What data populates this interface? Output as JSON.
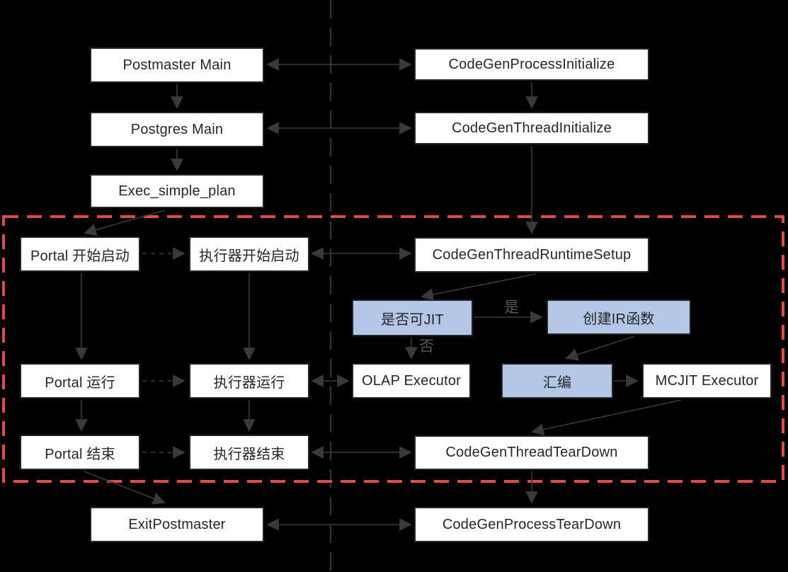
{
  "diagram": {
    "nodes": {
      "postmaster_main": {
        "label": "Postmaster Main"
      },
      "codegen_process_initialize": {
        "label": "CodeGenProcessInitialize"
      },
      "postgres_main": {
        "label": "Postgres Main"
      },
      "codegen_thread_initialize": {
        "label": "CodeGenThreadInitialize"
      },
      "exec_simple_plan": {
        "label": "Exec_simple_plan"
      },
      "portal_start": {
        "label": "Portal 开始启动"
      },
      "executor_start": {
        "label": "执行器开始启动"
      },
      "codegen_thread_runtime_setup": {
        "label": "CodeGenThreadRuntimeSetup"
      },
      "jit_decision": {
        "label": "是否可JIT"
      },
      "create_ir_function": {
        "label": "创建IR函数"
      },
      "portal_run": {
        "label": "Portal 运行"
      },
      "executor_run": {
        "label": "执行器运行"
      },
      "olap_executor": {
        "label": "OLAP Executor"
      },
      "assemble": {
        "label": "汇编"
      },
      "mcjit_executor": {
        "label": "MCJIT Executor"
      },
      "portal_end": {
        "label": "Portal 结束"
      },
      "executor_end": {
        "label": "执行器结束"
      },
      "codegen_thread_teardown": {
        "label": "CodeGenThreadTearDown"
      },
      "exit_postmaster": {
        "label": "ExitPostmaster"
      },
      "codegen_process_teardown": {
        "label": "CodeGenProcessTearDown"
      }
    },
    "edge_labels": {
      "yes": "是",
      "no": "否"
    },
    "colors": {
      "background": "#000000",
      "box_fill": "#ffffff",
      "decision_fill": "#b4c7e7",
      "box_border": "#242424",
      "connector": "#3a3a3a",
      "boundary_red": "#df4b48",
      "divider_gray": "#303030",
      "edge_label_gray": "#565656"
    }
  }
}
